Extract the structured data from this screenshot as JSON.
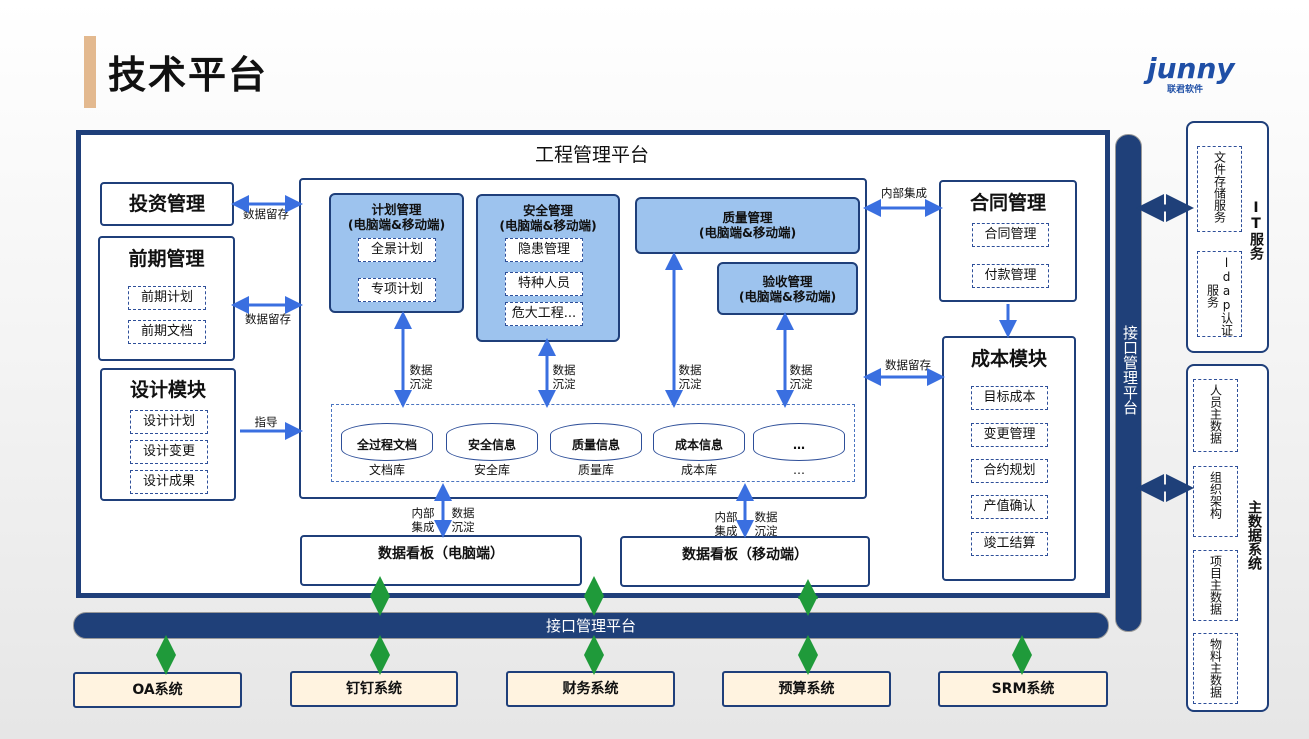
{
  "page": {
    "title": "技术平台"
  },
  "logo": {
    "wordmark": "junny",
    "subtitle": "联君软件"
  },
  "platform": {
    "title": "工程管理平台"
  },
  "left": {
    "invest": "投资管理",
    "preliminary": {
      "title": "前期管理",
      "items": [
        "前期计划",
        "前期文档"
      ]
    },
    "design": {
      "title": "设计模块",
      "items": [
        "设计计划",
        "设计变更",
        "设计成果"
      ]
    },
    "labels": {
      "store1": "数据留存",
      "store2": "数据留存",
      "guide": "指导"
    }
  },
  "modules": {
    "plan": {
      "title": "计划管理",
      "sub": "(电脑端&移动端)",
      "items": [
        "全景计划",
        "专项计划"
      ]
    },
    "safety": {
      "title": "安全管理",
      "sub": "(电脑端&移动端)",
      "items": [
        "隐患管理",
        "特种人员",
        "危大工程..."
      ]
    },
    "quality": {
      "title": "质量管理",
      "sub": "(电脑端&移动端)"
    },
    "acceptance": {
      "title": "验收管理",
      "sub": "(电脑端&移动端)"
    },
    "sink": "数据沉淀"
  },
  "databases": [
    {
      "name": "全过程文档",
      "label": "文档库"
    },
    {
      "name": "安全信息",
      "label": "安全库"
    },
    {
      "name": "质量信息",
      "label": "质量库"
    },
    {
      "name": "成本信息",
      "label": "成本库"
    },
    {
      "name": "…",
      "label": "…"
    }
  ],
  "right": {
    "contract": {
      "title": "合同管理",
      "items": [
        "合同管理",
        "付款管理"
      ]
    },
    "cost": {
      "title": "成本模块",
      "items": [
        "目标成本",
        "变更管理",
        "合约规划",
        "产值确认",
        "竣工结算"
      ]
    },
    "labels": {
      "internal": "内部集成",
      "store": "数据留存"
    }
  },
  "dashboards": {
    "pc": "数据看板（电脑端）",
    "mobile": "数据看板（移动端）",
    "internal": "内部集成",
    "sink": "数据沉淀"
  },
  "interface": {
    "horizontal": "接口管理平台",
    "vertical": "接口管理平台"
  },
  "services": {
    "it": {
      "title": "IT服务",
      "items": [
        "文件存储服务",
        "ldap认证服务"
      ]
    },
    "master": {
      "title": "主数据系统",
      "items": [
        "人员主数据",
        "组织架构",
        "项目主数据",
        "物料主数据"
      ]
    }
  },
  "systems": [
    "OA系统",
    "钉钉系统",
    "财务系统",
    "预算系统",
    "SRM系统"
  ],
  "colors": {
    "navy": "#1f3f7a",
    "arrow_blue": "#3a6fe0",
    "arrow_green": "#1f9a3a",
    "module_blue": "#9dc3ee",
    "title_accent": "#e3b98f",
    "system_fill": "#fff3e0"
  }
}
